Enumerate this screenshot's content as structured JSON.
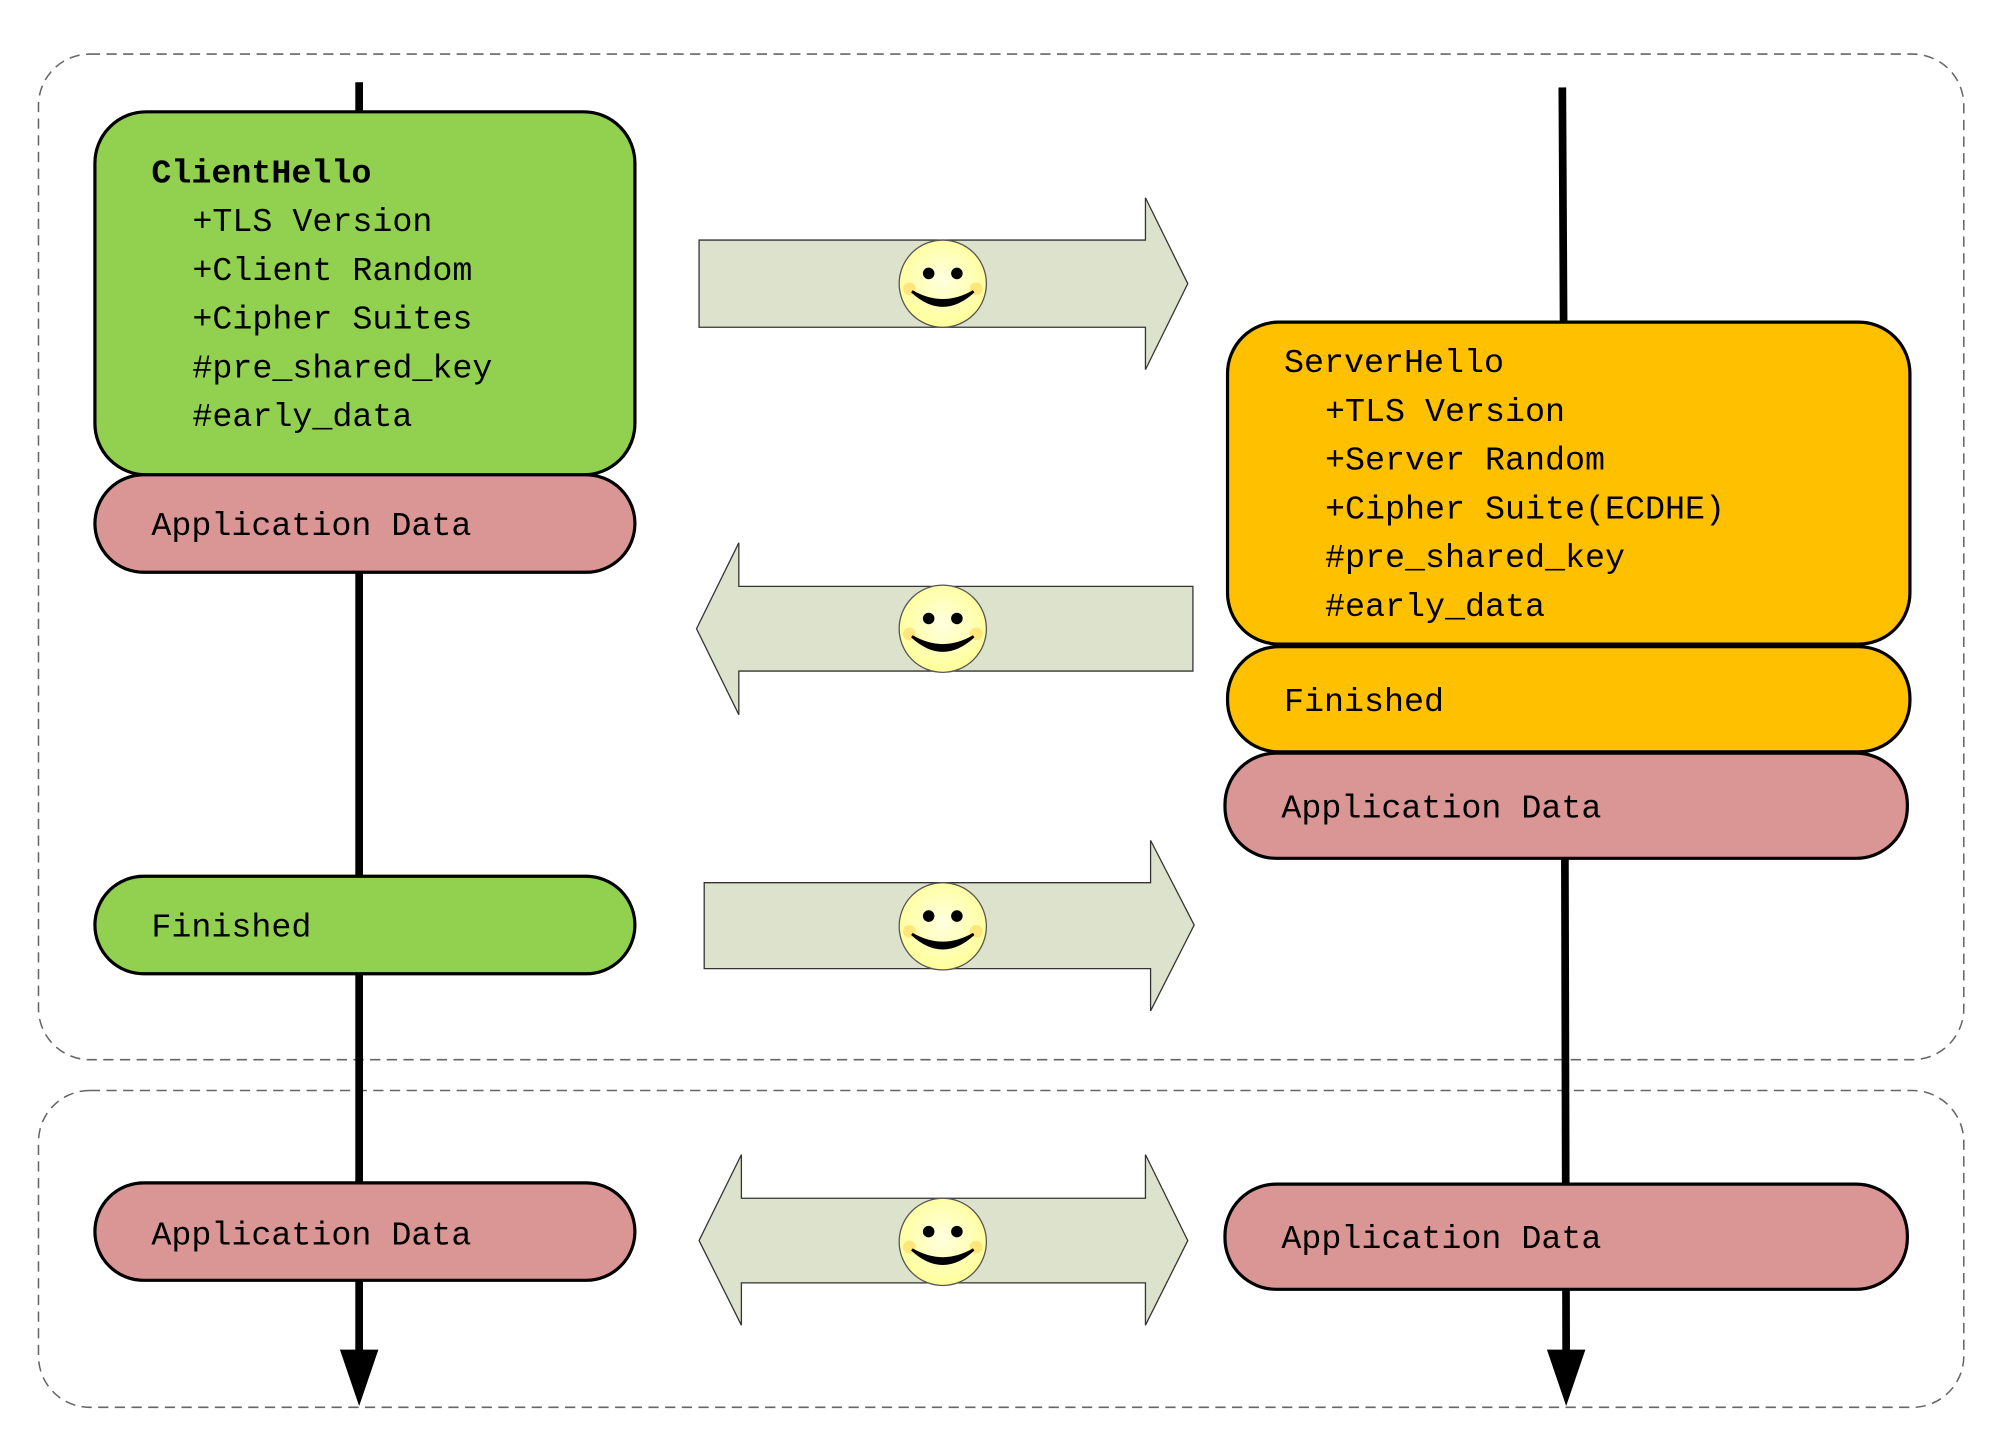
{
  "colors": {
    "client_box": "#92D050",
    "server_box": "#FFC000",
    "app_data_box": "#D99694",
    "arrow_fill": "#DDE2CC",
    "smiley_fill": "#FFFFA8"
  },
  "client": {
    "hello_title": "ClientHello",
    "hello_lines": [
      "+TLS Version",
      "+Client Random",
      "+Cipher Suites",
      "#pre_shared_key",
      "#early_data"
    ],
    "early_app_data": "Application Data",
    "finished": "Finished",
    "app_data": "Application Data"
  },
  "server": {
    "hello_title": "ServerHello",
    "hello_lines": [
      "+TLS Version",
      "+Server Random",
      "+Cipher Suite(ECDHE)",
      "#pre_shared_key",
      "#early_data"
    ],
    "finished": "Finished",
    "early_app_data": "Application Data",
    "app_data": "Application Data"
  },
  "icons": [
    "smiley-icon",
    "arrow-right-icon",
    "arrow-left-icon",
    "arrow-both-icon",
    "lifeline-arrowhead-icon"
  ]
}
